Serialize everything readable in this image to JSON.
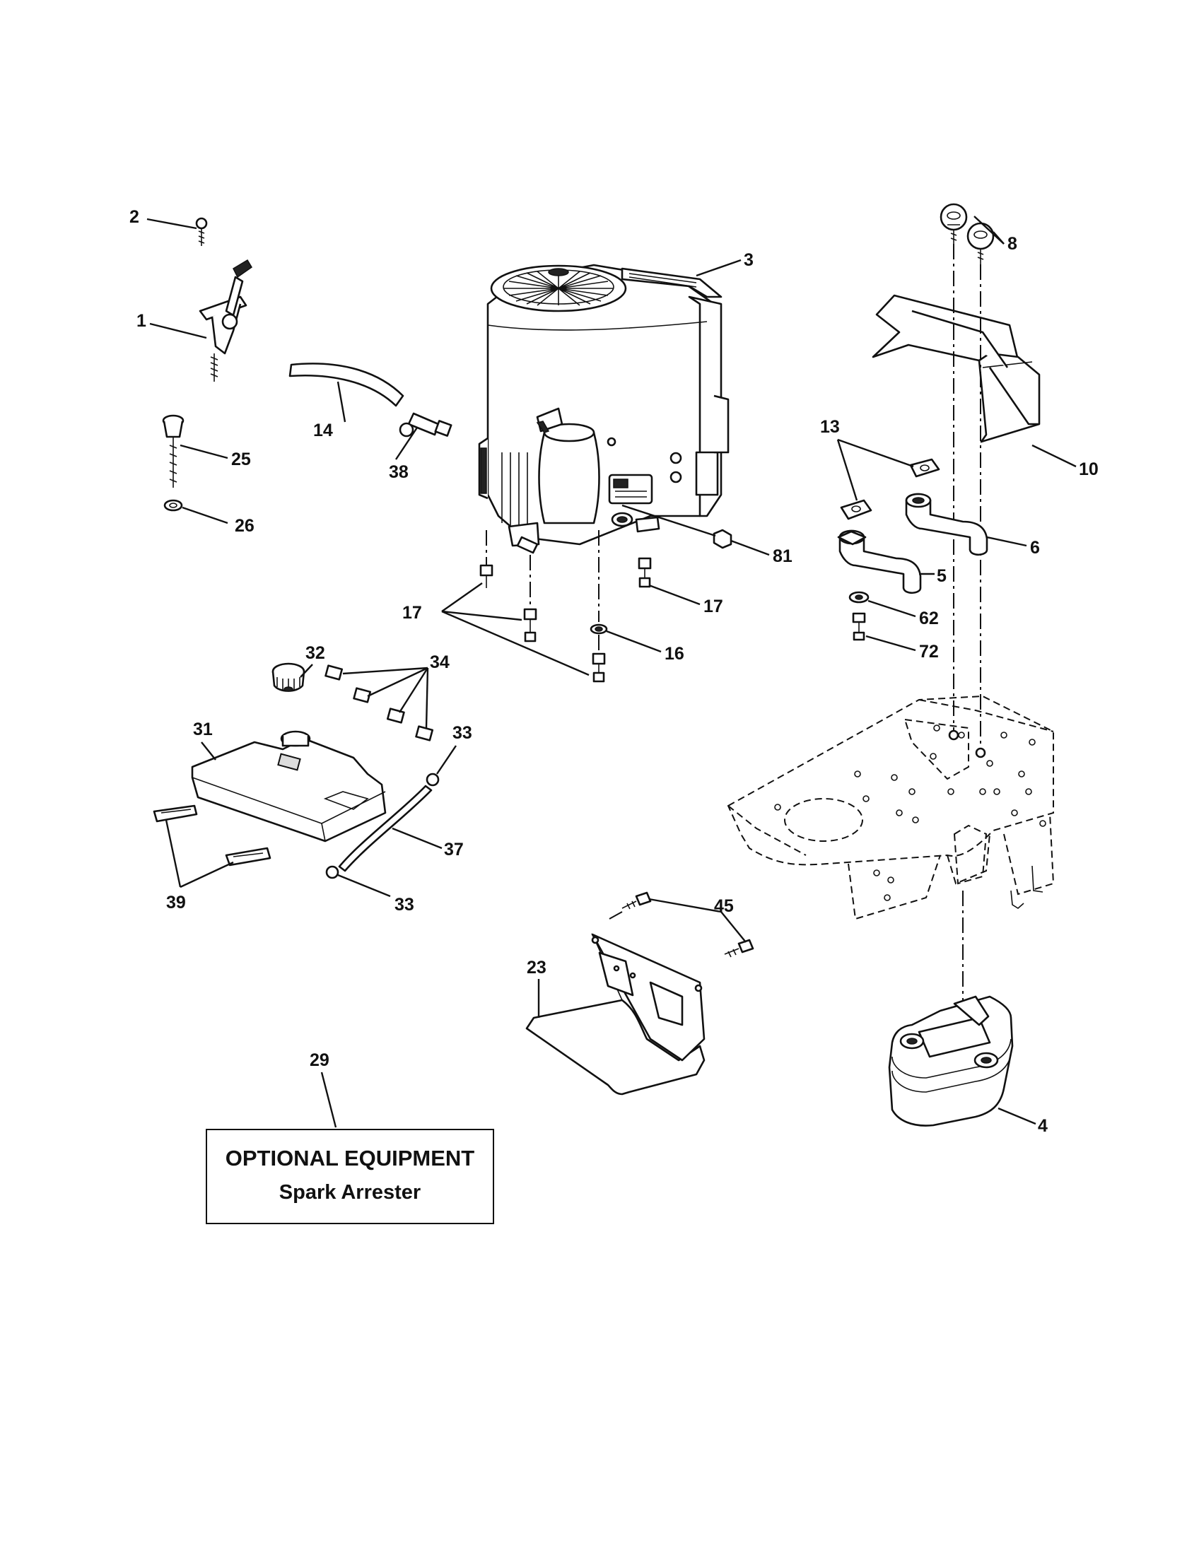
{
  "callouts": {
    "c1": "1",
    "c2": "2",
    "c3": "3",
    "c4": "4",
    "c5": "5",
    "c6": "6",
    "c8": "8",
    "c10": "10",
    "c13": "13",
    "c14": "14",
    "c16": "16",
    "c17a": "17",
    "c17b": "17",
    "c23": "23",
    "c25": "25",
    "c26": "26",
    "c29": "29",
    "c31": "31",
    "c32": "32",
    "c33a": "33",
    "c33b": "33",
    "c34": "34",
    "c37": "37",
    "c38": "38",
    "c39": "39",
    "c45": "45",
    "c62": "62",
    "c72": "72",
    "c81": "81"
  },
  "optional_box": {
    "title": "OPTIONAL EQUIPMENT",
    "subtitle": "Spark Arrester"
  }
}
